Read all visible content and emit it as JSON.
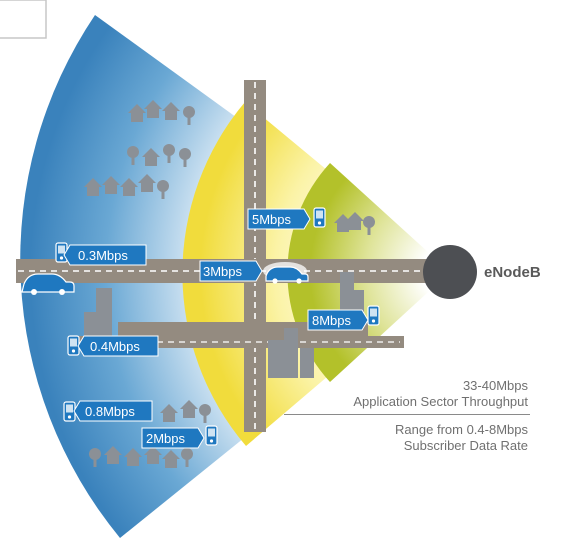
{
  "base_station": {
    "label": "eNodeB"
  },
  "rate_labels": [
    {
      "id": "r03",
      "text": "0.3Mbps"
    },
    {
      "id": "r04",
      "text": "0.4Mbps"
    },
    {
      "id": "r08",
      "text": "0.8Mbps"
    },
    {
      "id": "r2",
      "text": "2Mbps"
    },
    {
      "id": "r3",
      "text": "3Mbps"
    },
    {
      "id": "r5",
      "text": "5Mbps"
    },
    {
      "id": "r8",
      "text": "8Mbps"
    }
  ],
  "legend": {
    "sector_value": "33-40Mbps",
    "sector_label": "Application Sector Throughput",
    "subscriber_value": "Range from 0.4-8Mbps",
    "subscriber_label": "Subscriber Data Rate"
  },
  "colors": {
    "outer_zone": "#3e86be",
    "middle_zone": "#f2e04a",
    "inner_zone": "#b9c62c",
    "road": "#948b80",
    "label_bg": "#1f78c0",
    "icon": "#8b9096"
  }
}
